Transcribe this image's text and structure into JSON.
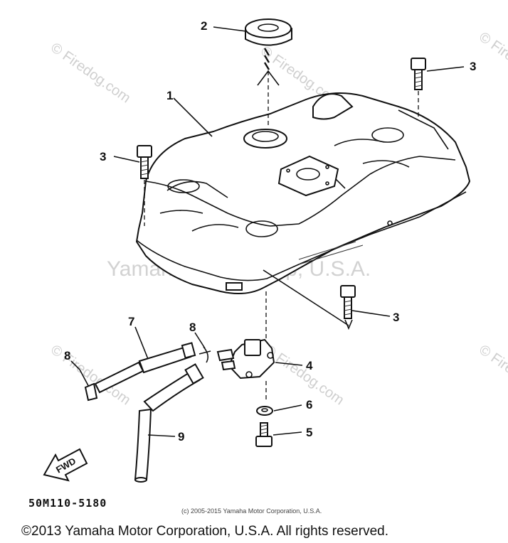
{
  "watermarks": {
    "site": "© Firedog.com",
    "center": "Yamaha Motor Corp, U.S.A."
  },
  "callouts": {
    "fuel_tank": "1",
    "tank_cap": "2",
    "bolt_top_right": "3",
    "bolt_left": "3",
    "bolt_bottom_right": "3",
    "fuel_cock": "4",
    "bolt_cock": "5",
    "washer": "6",
    "hose_7": "7",
    "clip_8_left": "8",
    "clip_8_center": "8",
    "hose_9": "9"
  },
  "fwd_arrow": "FWD",
  "part_code": "50M110-5180",
  "copyright_small": "(c) 2005-2015 Yamaha Motor Corporation, U.S.A.",
  "copyright_main": "©2013 Yamaha Motor Corporation, U.S.A. All rights reserved."
}
